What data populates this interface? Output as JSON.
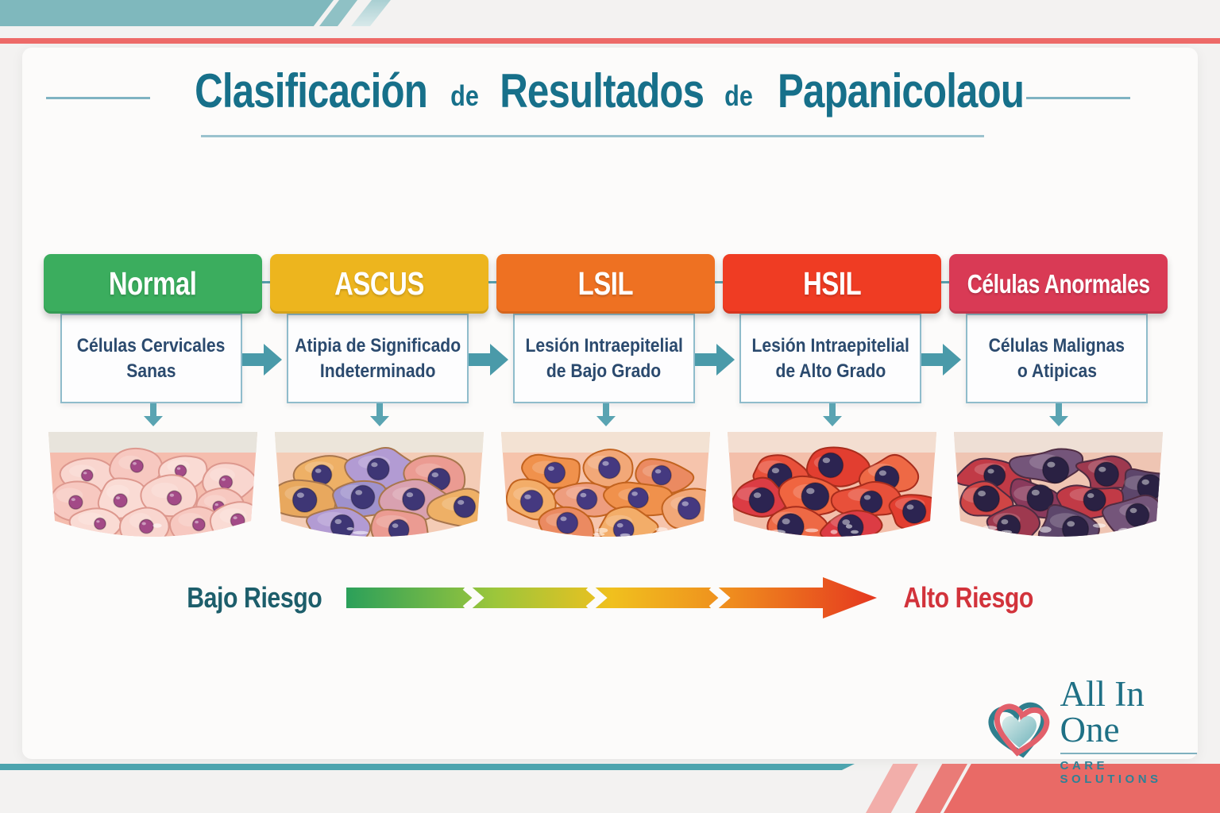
{
  "title": {
    "word1": "Clasificación",
    "de1": "de",
    "word2": "Resultados",
    "de2": "de",
    "word3": "Papanicolaou"
  },
  "columns": [
    {
      "header": "Normal",
      "header_color": "#3bad5e",
      "desc_line1": "Células Cervicales",
      "desc_line2": "Sanas",
      "illustration": {
        "name": "healthy-cervical-cells",
        "bg": "#f5bdae",
        "band": "#e8e4dc",
        "cell_colors": [
          "#f9d6cf",
          "#f7c8c0",
          "#fadbd4"
        ],
        "cell_stroke": "#dd988e",
        "nucleus_color": "#a34a87",
        "nucleus_scale": 0.32,
        "irregularity": 0.1,
        "cell_count": 12,
        "seed": 7
      }
    },
    {
      "header": "ASCUS",
      "header_color": "#edb51e",
      "desc_line1": "Atipia de Significado",
      "desc_line2": "Indeterminado",
      "illustration": {
        "name": "atypical-cells-undetermined",
        "bg": "#f4ccb6",
        "band": "#ece5da",
        "cell_colors": [
          "#eeb066",
          "#b29bd3",
          "#eb9b92",
          "#e8a85e",
          "#9f92cc",
          "#d9a1b0"
        ],
        "cell_stroke": "#a8764d",
        "nucleus_color": "#3e3675",
        "nucleus_scale": 0.55,
        "irregularity": 0.2,
        "cell_count": 9,
        "seed": 11
      }
    },
    {
      "header": "LSIL",
      "header_color": "#ee7122",
      "desc_line1": "Lesión Intraepitelial",
      "desc_line2": "de Bajo Grado",
      "illustration": {
        "name": "low-grade-lesion-cells",
        "bg": "#f6c4ac",
        "band": "#f3e2d3",
        "cell_colors": [
          "#f0914c",
          "#f2a878",
          "#eb8a61",
          "#f3ad69",
          "#ee9d7e"
        ],
        "cell_stroke": "#c2631f",
        "nucleus_color": "#453980",
        "nucleus_scale": 0.55,
        "irregularity": 0.24,
        "cell_count": 9,
        "seed": 23
      }
    },
    {
      "header": "HSIL",
      "header_color": "#ef3c23",
      "desc_line1": "Lesión Intraepitelial",
      "desc_line2": "de Alto Grado",
      "illustration": {
        "name": "high-grade-lesion-cells",
        "bg": "#f3bfaa",
        "band": "#f3ded1",
        "cell_colors": [
          "#e8503a",
          "#e23e30",
          "#ee6945",
          "#dc3c44",
          "#f06540"
        ],
        "cell_stroke": "#a72d1d",
        "nucleus_color": "#2c2451",
        "nucleus_scale": 0.62,
        "irregularity": 0.28,
        "cell_count": 9,
        "seed": 31
      }
    },
    {
      "header": "Células Anormales",
      "header_color": "#d93a55",
      "desc_line1": "Células Malignas",
      "desc_line2": "o Atipicas",
      "illustration": {
        "name": "malignant-atypical-cells",
        "bg": "#efc5b3",
        "band": "#eedfd5",
        "cell_colors": [
          "#c13a46",
          "#74557a",
          "#9e394f",
          "#5d466b",
          "#cf4545",
          "#8a3a5c"
        ],
        "cell_stroke": "#4f2c42",
        "nucleus_color": "#2a2143",
        "nucleus_scale": 0.6,
        "irregularity": 0.42,
        "cell_count": 10,
        "seed": 41
      }
    }
  ],
  "risk": {
    "low_label": "Bajo Riesgo",
    "high_label": "Alto Riesgo",
    "low_color": "#1d5e6b",
    "high_color": "#d2333b",
    "gradient": [
      "#2ba05a",
      "#9cc63b",
      "#f0c01e",
      "#ef8b1e",
      "#e5371f"
    ]
  },
  "logo": {
    "name": "All In One",
    "tagline": "CARE SOLUTIONS"
  },
  "accents": {
    "title_color": "#17708a",
    "teal_line": "#5aa4b2",
    "box_border": "#8fbccb",
    "desc_text": "#2b4a6e",
    "top_band": "#7fb8bd",
    "red_line": "#ed6a68",
    "bottom_band": "#e96a66"
  }
}
